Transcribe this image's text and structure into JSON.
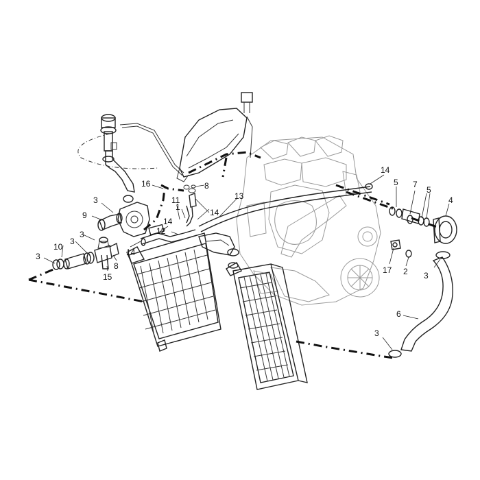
{
  "diagram": {
    "labels": [
      {
        "id": "l1",
        "text": "1"
      },
      {
        "id": "l2",
        "text": "2"
      },
      {
        "id": "l3a",
        "text": "3"
      },
      {
        "id": "l3b",
        "text": "3"
      },
      {
        "id": "l3c",
        "text": "3"
      },
      {
        "id": "l3d",
        "text": "3"
      },
      {
        "id": "l3e",
        "text": "3"
      },
      {
        "id": "l3f",
        "text": "3"
      },
      {
        "id": "l4",
        "text": "4"
      },
      {
        "id": "l5a",
        "text": "5"
      },
      {
        "id": "l5b",
        "text": "5"
      },
      {
        "id": "l6",
        "text": "6"
      },
      {
        "id": "l7",
        "text": "7"
      },
      {
        "id": "l8a",
        "text": "8"
      },
      {
        "id": "l8b",
        "text": "8"
      },
      {
        "id": "l9",
        "text": "9"
      },
      {
        "id": "l10",
        "text": "10"
      },
      {
        "id": "l11",
        "text": "11"
      },
      {
        "id": "l12",
        "text": "12"
      },
      {
        "id": "l13",
        "text": "13"
      },
      {
        "id": "l14a",
        "text": "14"
      },
      {
        "id": "l14b",
        "text": "14"
      },
      {
        "id": "l14c",
        "text": "14"
      },
      {
        "id": "l14d",
        "text": "14"
      },
      {
        "id": "l15",
        "text": "15"
      },
      {
        "id": "l16",
        "text": "16"
      },
      {
        "id": "l17",
        "text": "17"
      }
    ]
  }
}
